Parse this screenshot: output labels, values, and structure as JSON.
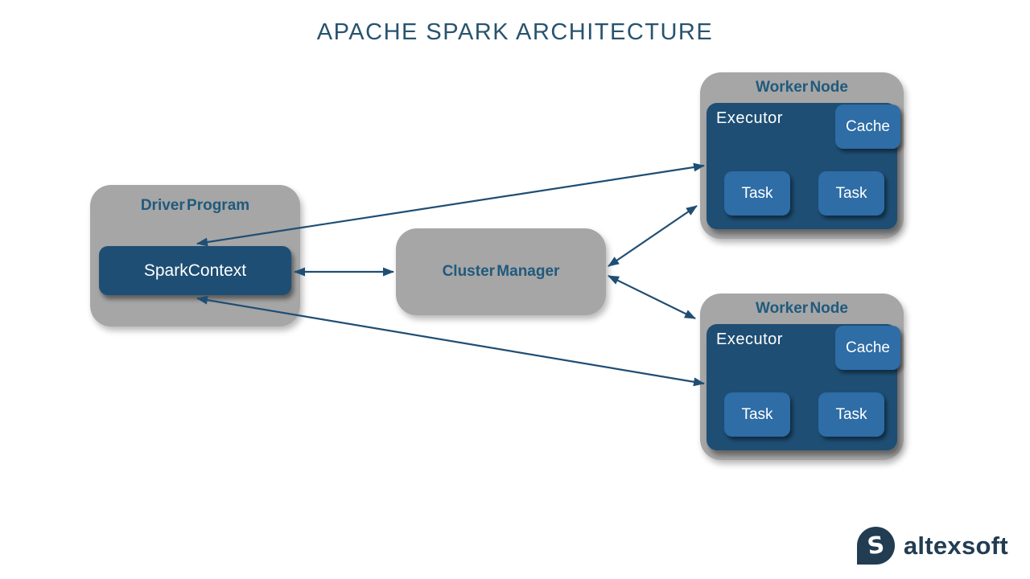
{
  "title": "APACHE SPARK ARCHITECTURE",
  "colors": {
    "box_gray": "#a6a6a6",
    "dark_blue": "#1e4e74",
    "medium_blue": "#2e6da6",
    "label_blue": "#205a7d",
    "title_blue": "#28536e",
    "arrow_blue": "#1f4e74",
    "logo_navy": "#223c52",
    "text_white": "#ffffff"
  },
  "diagram": {
    "driver_program": {
      "label": "Driver Program",
      "spark_context": {
        "label": "SparkContext"
      }
    },
    "cluster_manager": {
      "label": "Cluster Manager"
    },
    "worker_nodes": [
      {
        "label": "Worker Node",
        "executor": {
          "label": "Executor",
          "cache": "Cache",
          "tasks": [
            "Task",
            "Task"
          ]
        }
      },
      {
        "label": "Worker Node",
        "executor": {
          "label": "Executor",
          "cache": "Cache",
          "tasks": [
            "Task",
            "Task"
          ]
        }
      }
    ],
    "connections": [
      {
        "from": "SparkContext",
        "to": "Cluster Manager",
        "bidirectional": true
      },
      {
        "from": "Cluster Manager",
        "to": "Worker Node 1",
        "bidirectional": true
      },
      {
        "from": "Cluster Manager",
        "to": "Worker Node 2",
        "bidirectional": true
      },
      {
        "from": "SparkContext",
        "to": "Worker Node 1 Executor",
        "bidirectional": true
      },
      {
        "from": "SparkContext",
        "to": "Worker Node 2 Executor",
        "bidirectional": true
      }
    ]
  },
  "footer": {
    "brand": "altexsoft",
    "logo_letter": "S"
  }
}
